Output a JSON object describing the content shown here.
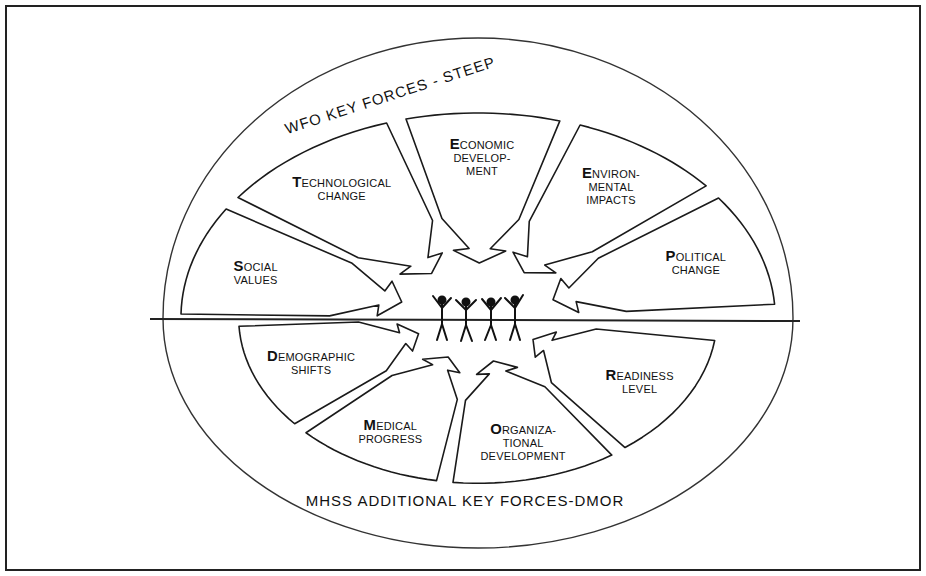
{
  "diagram": {
    "nodes": [
      {
        "text": [
          "SOCIAL VALUES"
        ]
      },
      {
        "text": [
          "TECHNOLOGICAL CHANGE"
        ]
      },
      {
        "text": [
          "ECONOMIC DEVELOP- MENT"
        ]
      },
      {
        "text": [
          "ENVIRON- MENTAL IMPACTS"
        ]
      },
      {
        "text": [
          "POLITICAL CHANGE"
        ]
      },
      {
        "text": [
          "DEMOGRAPHIC SHIFTS"
        ]
      },
      {
        "text": [
          "MEDICAL PROGRESS"
        ]
      },
      {
        "text": [
          "ORGANIZA- TIONAL DEVELOPMENT"
        ]
      },
      {
        "text": [
          "READINESS LEVEL"
        ]
      }
    ],
    "labels": [
      "WFO KEY FORCES - STEEP",
      "MHSS ADDITIONAL KEY FORCES-DMOR"
    ]
  }
}
